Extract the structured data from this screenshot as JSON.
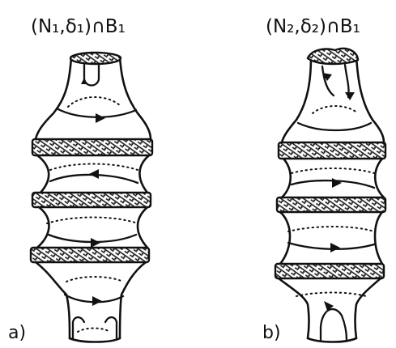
{
  "figure": {
    "panels": [
      {
        "title": "(N₁,δ₁)∩B₁",
        "panel_label": "a)"
      },
      {
        "title": "(N₂,δ₂)∩B₁",
        "panel_label": "b)"
      }
    ]
  }
}
